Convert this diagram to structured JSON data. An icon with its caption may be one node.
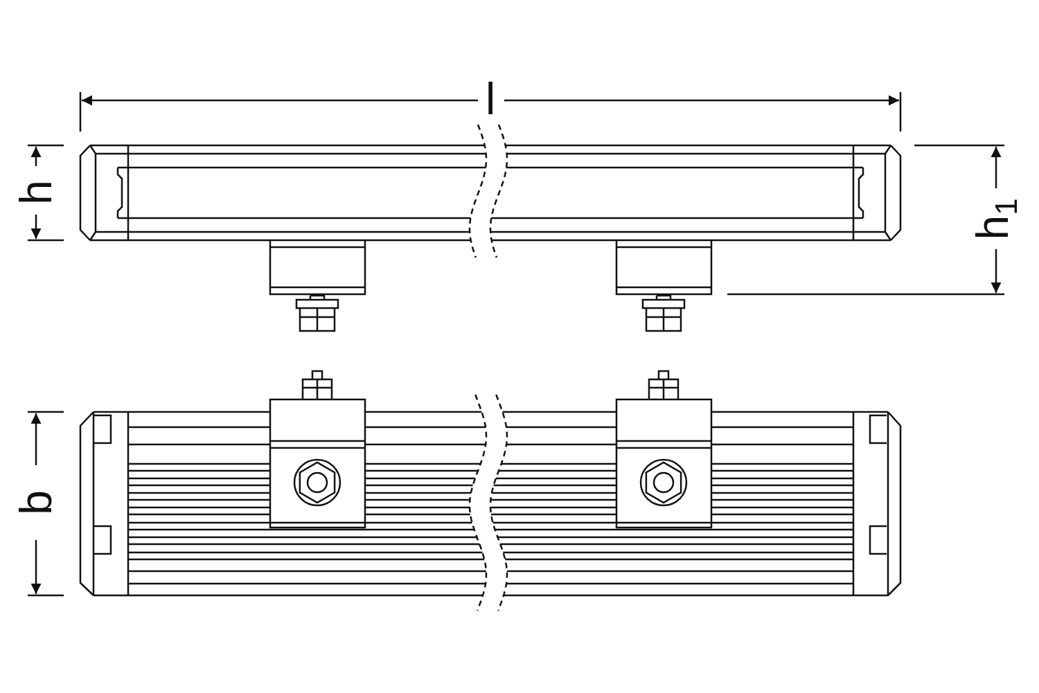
{
  "diagram": {
    "labels": [
      "l",
      "h",
      "h$_{1}$",
      "b"
    ]
  }
}
